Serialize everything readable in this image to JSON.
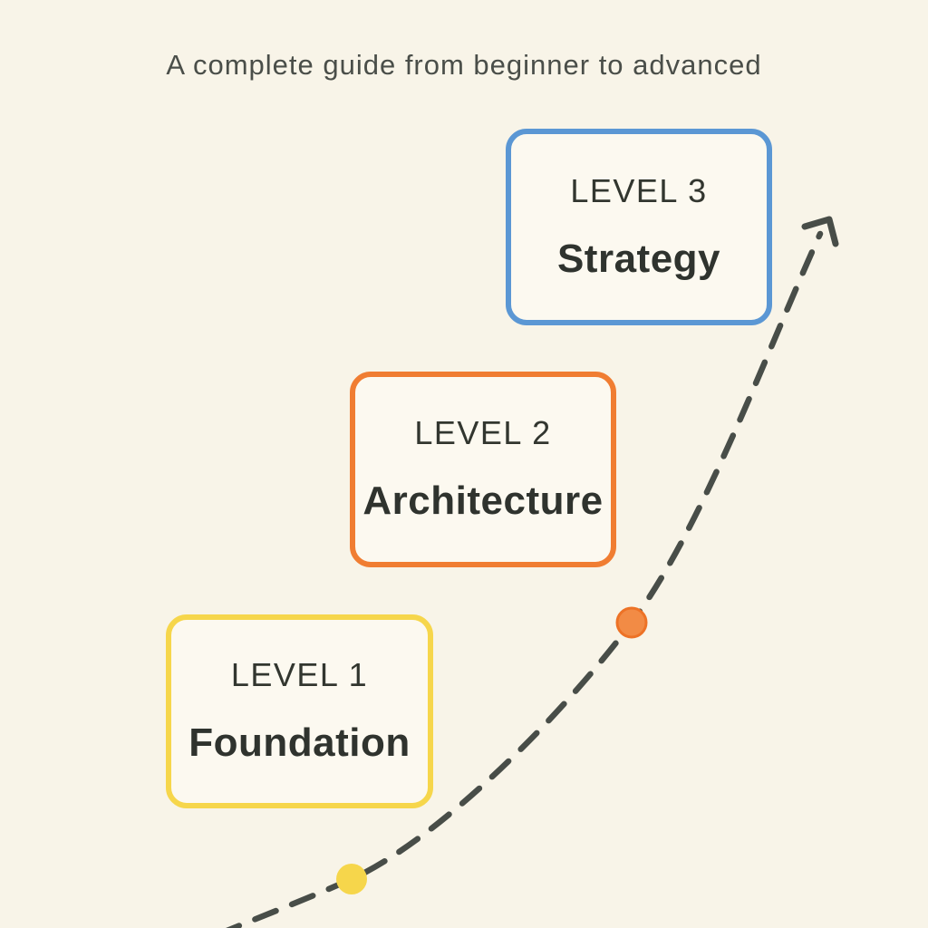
{
  "title": "A complete guide from beginner to advanced",
  "colors": {
    "background": "#f8f4e8",
    "box_fill": "#fcf9f0",
    "line": "#484d48",
    "title_text": "#4a4e49",
    "box_text": "#32362f"
  },
  "levels": [
    {
      "label": "LEVEL 1",
      "name": "Foundation",
      "accent": "#f6d64b"
    },
    {
      "label": "LEVEL 2",
      "name": "Architecture",
      "accent": "#f07d32"
    },
    {
      "label": "LEVEL 3",
      "name": "Strategy",
      "accent": "#5b97d4"
    }
  ],
  "path": {
    "line_color": "#484d48",
    "dots": [
      {
        "name": "level-1-dot",
        "color": "#f6d64b",
        "stroke": "#f2ca3a"
      },
      {
        "name": "level-2-dot",
        "color": "#f28b45",
        "stroke": "#ed7226"
      }
    ]
  }
}
